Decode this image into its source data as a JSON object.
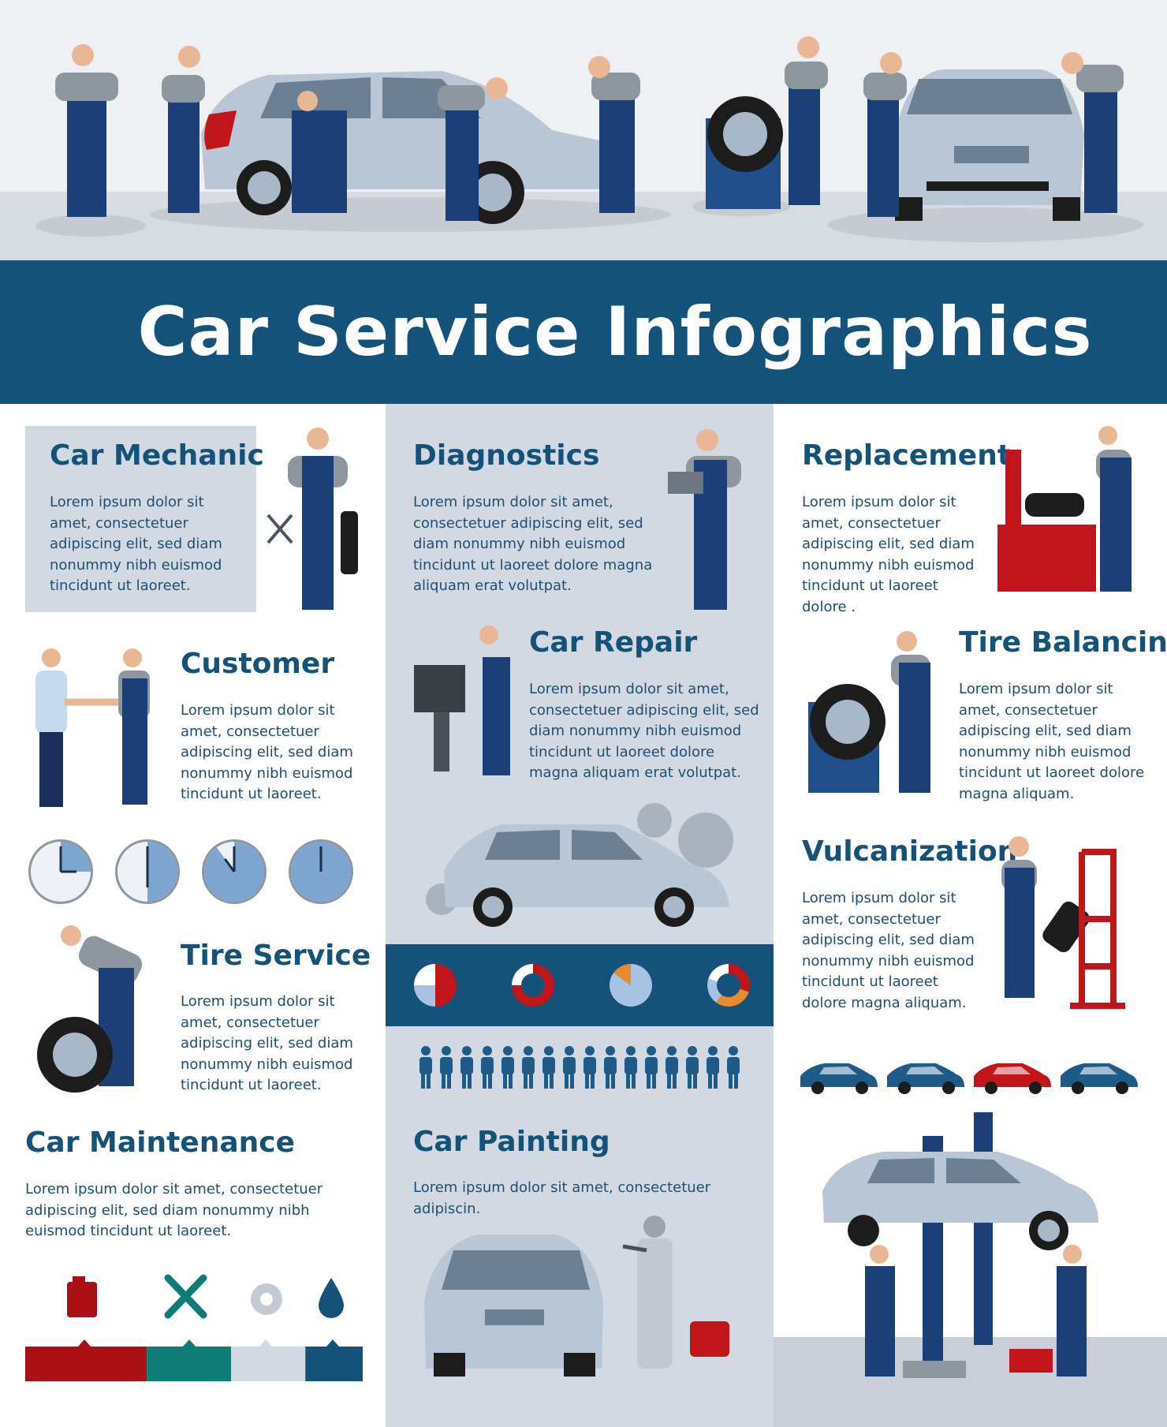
{
  "title": "Car Service Infographics",
  "sections": {
    "car_mechanic": {
      "heading": "Car Mechanic",
      "text": "Lorem ipsum dolor sit amet, consectetuer adipiscing elit, sed diam nonummy nibh euismod tincidunt ut laoreet."
    },
    "diagnostics": {
      "heading": "Diagnostics",
      "text": "Lorem ipsum dolor sit amet, consectetuer adipiscing elit, sed diam nonummy nibh euismod tincidunt ut laoreet dolore magna aliquam erat volutpat."
    },
    "replacement": {
      "heading": "Replacement",
      "text": "Lorem ipsum dolor sit amet, consectetuer adipiscing elit, sed diam nonummy nibh euismod tincidunt ut laoreet dolore ."
    },
    "customer": {
      "heading": "Customer",
      "text": "Lorem ipsum dolor sit amet, consectetuer adipiscing elit, sed diam nonummy nibh euismod tincidunt ut laoreet."
    },
    "car_repair": {
      "heading": "Car Repair",
      "text": "Lorem ipsum dolor sit amet, consectetuer adipiscing elit, sed diam nonummy nibh euismod tincidunt ut laoreet dolore magna aliquam erat volutpat."
    },
    "tire_balancing": {
      "heading": "Tire Balancing",
      "text": "Lorem ipsum dolor sit amet, consectetuer adipiscing elit, sed diam nonummy nibh euismod tincidunt ut laoreet dolore magna aliquam."
    },
    "vulcanization": {
      "heading": "Vulcanization",
      "text": "Lorem ipsum dolor sit amet, consectetuer adipiscing elit, sed diam nonummy nibh euismod tincidunt ut laoreet dolore magna aliquam."
    },
    "tire_service": {
      "heading": "Tire Service",
      "text": "Lorem ipsum dolor sit amet, consectetuer adipiscing elit, sed diam nonummy nibh euismod tincidunt ut laoreet."
    },
    "car_maintenance": {
      "heading": "Car Maintenance",
      "text": "Lorem ipsum dolor sit amet, consectetuer adipiscing elit, sed diam nonummy nibh euismod tincidunt ut laoreet."
    },
    "car_painting": {
      "heading": "Car Painting",
      "text": "Lorem ipsum dolor sit amet, consectetuer adipiscin."
    }
  },
  "colors": {
    "navy": "#145279",
    "red": "#a90f14",
    "teal": "#0e7b75",
    "light": "#d3d9e3",
    "pale_blue": "#a8c2e3",
    "orange": "#e88a2e",
    "car_silver": "#b8c6d6"
  },
  "icons": [
    "car-icon",
    "clock-icon",
    "pie-chart-icon",
    "donut-chart-icon",
    "person-icon",
    "fuel-can-icon",
    "wrench-cross-icon",
    "gear-icon",
    "oil-drop-icon"
  ],
  "clocks": [
    {
      "fill_fraction": 0.25
    },
    {
      "fill_fraction": 0.5
    },
    {
      "fill_fraction": 0.9
    },
    {
      "fill_fraction": 1.0
    }
  ],
  "pies": [
    {
      "kind": "pie",
      "slices": [
        0.5,
        0.25,
        0.25
      ],
      "colors": [
        "#c0151b",
        "#a8c2e3",
        "#ffffff"
      ]
    },
    {
      "kind": "donut",
      "slices": [
        0.75,
        0.25
      ],
      "colors": [
        "#c0151b",
        "#ffffff"
      ]
    },
    {
      "kind": "pie",
      "slices": [
        0.85,
        0.15
      ],
      "colors": [
        "#a8c2e3",
        "#e88a2e"
      ]
    },
    {
      "kind": "donut",
      "slices": [
        0.3,
        0.3,
        0.2,
        0.2
      ],
      "colors": [
        "#c0151b",
        "#e88a2e",
        "#a8c2e3",
        "#ffffff"
      ]
    }
  ],
  "people_count": 16,
  "small_cars": [
    "#1f5b88",
    "#1f5b88",
    "#c0151b",
    "#1f5b88"
  ],
  "maintenance_bar": [
    {
      "color": "#a90f14",
      "share": 0.36
    },
    {
      "color": "#0e7b75",
      "share": 0.25
    },
    {
      "color": "#d3d9e3",
      "share": 0.22
    },
    {
      "color": "#145279",
      "share": 0.17
    }
  ]
}
